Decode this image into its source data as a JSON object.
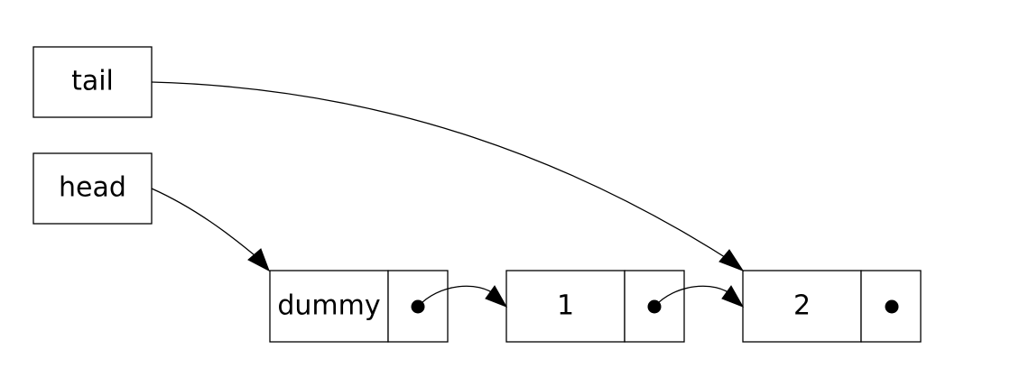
{
  "pointers": {
    "tail": {
      "label": "tail"
    },
    "head": {
      "label": "head"
    }
  },
  "nodes": [
    {
      "id": "dummy",
      "value": "dummy"
    },
    {
      "id": "node-1",
      "value": "1"
    },
    {
      "id": "node-2",
      "value": "2"
    }
  ],
  "edges": [
    {
      "from": "tail",
      "to": "node-2"
    },
    {
      "from": "head",
      "to": "dummy"
    },
    {
      "from": "dummy",
      "to": "node-1"
    },
    {
      "from": "node-1",
      "to": "node-2"
    }
  ],
  "colors": {
    "stroke": "#000000",
    "fill": "#ffffff"
  }
}
